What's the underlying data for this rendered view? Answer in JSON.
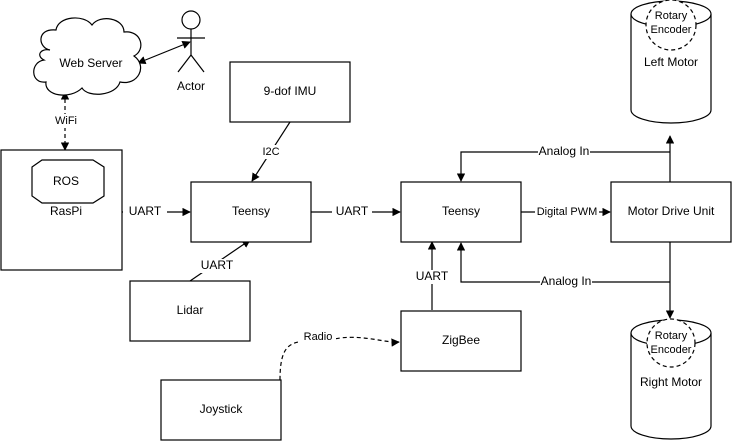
{
  "nodes": {
    "web_server": "Web Server",
    "actor": "Actor",
    "imu": "9-dof IMU",
    "ros": "ROS",
    "raspi": "RasPi",
    "teensy_left": "Teensy",
    "teensy_right": "Teensy",
    "lidar": "Lidar",
    "zigbee": "ZigBee",
    "joystick": "Joystick",
    "motor_drive": "Motor Drive Unit",
    "left_motor": "Left Motor",
    "right_motor": "Right Motor",
    "encoder_top_l1": "Rotary",
    "encoder_top_l2": "Encoder",
    "encoder_bottom_l1": "Rotary",
    "encoder_bottom_l2": "Encoder"
  },
  "edges": {
    "wifi": "WiFi",
    "i2c": "I2C",
    "uart_raspi": "UART",
    "uart_teensy": "UART",
    "uart_lidar": "UART",
    "uart_zigbee": "UART",
    "radio": "Radio",
    "digital_pwm": "Digital PWM",
    "analog_in_top": "Analog In",
    "analog_in_bottom": "Analog In"
  }
}
